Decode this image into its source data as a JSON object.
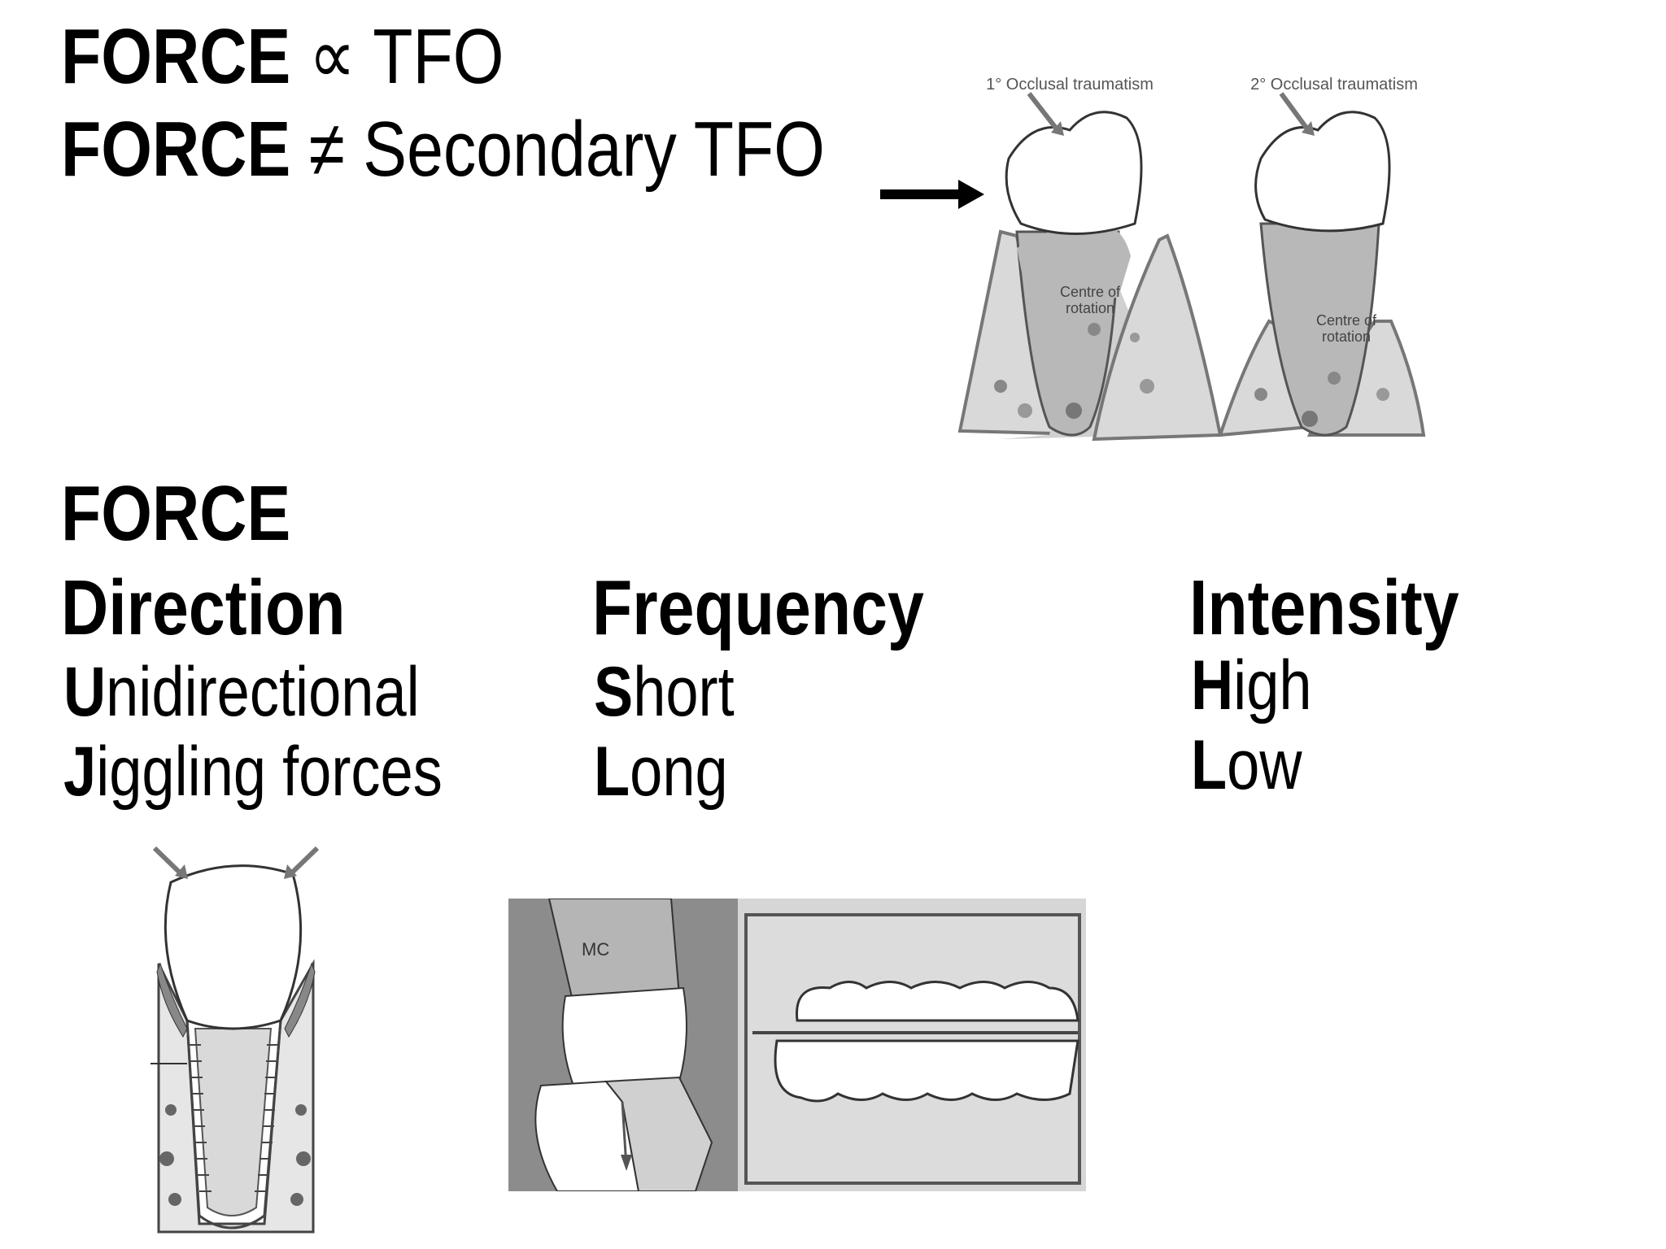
{
  "statements": {
    "line1": {
      "bold": "FORCE",
      "symbol": "∝",
      "rest": "TFO"
    },
    "line2": {
      "bold": "FORCE",
      "symbol": "≠",
      "rest": "Secondary TFO"
    }
  },
  "force_section": {
    "heading": "FORCE",
    "columns": [
      {
        "heading": "Direction",
        "items": [
          {
            "initial": "U",
            "rest": "nidirectional"
          },
          {
            "initial": "J",
            "rest": "iggling forces"
          }
        ]
      },
      {
        "heading": "Frequency",
        "items": [
          {
            "initial": "S",
            "rest": "hort"
          },
          {
            "initial": "L",
            "rest": "ong"
          }
        ]
      },
      {
        "heading": "Intensity",
        "items": [
          {
            "initial": "H",
            "rest": "igh"
          },
          {
            "initial": "L",
            "rest": "ow"
          }
        ]
      }
    ]
  },
  "figure_top": {
    "left_label": "1° Occlusal traumatism",
    "right_label": "2° Occlusal traumatism",
    "left_center_label_1": "Centre of",
    "left_center_label_2": "rotation",
    "right_center_label_1": "Centre of",
    "right_center_label_2": "rotation"
  },
  "figure_bottom_middle": {
    "tag": "MC"
  },
  "colors": {
    "text": "#000000",
    "gray_fill": "#a9a9a9",
    "light_fill": "#d9d9d9",
    "outline": "#333333"
  }
}
